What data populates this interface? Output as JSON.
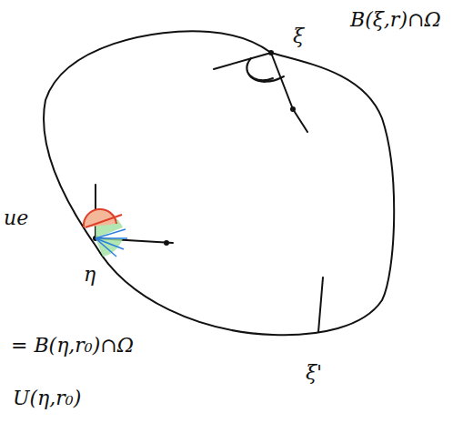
{
  "diagram": {
    "labels": [
      "B(ξ,r)∩Ω",
      "ξ",
      "ue",
      "η",
      "= B(η,r₀)∩Ω",
      "U(η,r₀)",
      "ξ'"
    ]
  }
}
